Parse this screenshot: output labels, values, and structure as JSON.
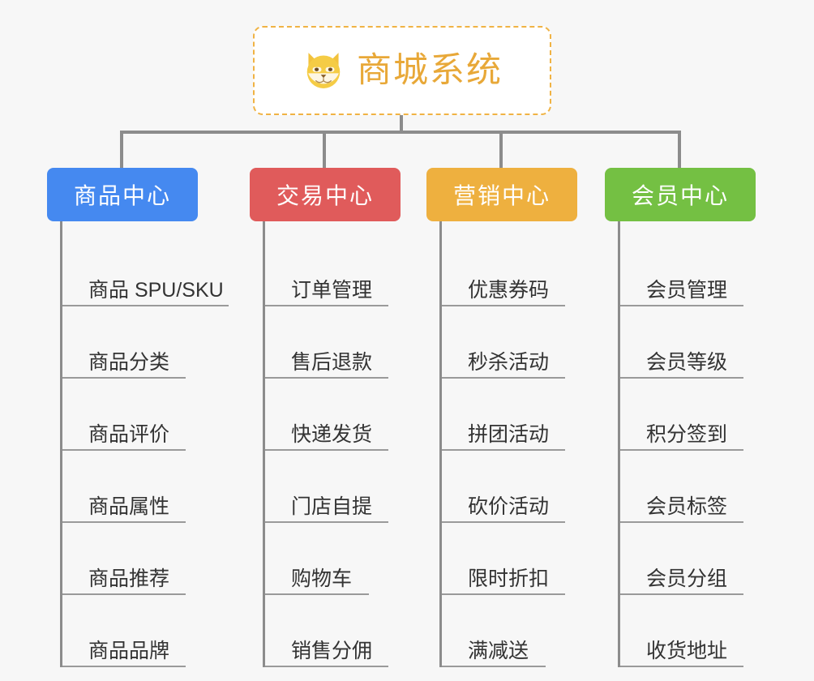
{
  "page": {
    "background_color": "#f7f7f7",
    "line_color": "#8c8c8c",
    "rule_color": "#9a9a9a"
  },
  "root": {
    "icon": "shiba-dog-face-emoji",
    "title": "商城系统",
    "title_color": "#e8a838",
    "border_color": "#f0b344",
    "background_color": "#ffffff"
  },
  "branches": [
    {
      "label": "商品中心",
      "color": "#4589f0",
      "children": [
        "商品 SPU/SKU",
        "商品分类",
        "商品评价",
        "商品属性",
        "商品推荐",
        "商品品牌"
      ]
    },
    {
      "label": "交易中心",
      "color": "#e05b5b",
      "children": [
        "订单管理",
        "售后退款",
        "快递发货",
        "门店自提",
        "购物车",
        "销售分佣"
      ]
    },
    {
      "label": "营销中心",
      "color": "#eeb03f",
      "children": [
        "优惠券码",
        "秒杀活动",
        "拼团活动",
        "砍价活动",
        "限时折扣",
        "满减送"
      ]
    },
    {
      "label": "会员中心",
      "color": "#74c043",
      "children": [
        "会员管理",
        "会员等级",
        "积分签到",
        "会员标签",
        "会员分组",
        "收货地址"
      ]
    }
  ]
}
